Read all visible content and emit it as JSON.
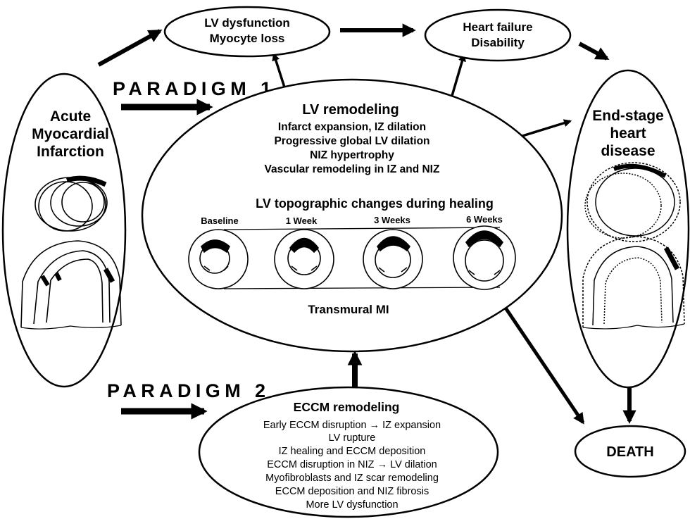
{
  "nodes": {
    "acute_mi": {
      "lines": [
        "Acute",
        "Myocardial",
        "Infarction"
      ]
    },
    "lv_dysfunction": {
      "lines": [
        "LV dysfunction",
        "Myocyte loss"
      ]
    },
    "heart_failure": {
      "lines": [
        "Heart failure",
        "Disability"
      ]
    },
    "end_stage": {
      "lines": [
        "End-stage",
        "heart",
        "disease"
      ]
    },
    "lv_remodeling": {
      "title": "LV remodeling",
      "items": [
        "Infarct expansion, IZ dilation",
        "Progressive global LV dilation",
        "NIZ hypertrophy",
        "Vascular remodeling in IZ and NIZ"
      ]
    },
    "topography": {
      "title": "LV topographic changes during healing",
      "stages": [
        "Baseline",
        "1 Week",
        "3 Weeks",
        "6 Weeks"
      ],
      "caption": "Transmural MI"
    },
    "ecm_remodeling": {
      "title": "ECCM remodeling",
      "items": [
        "Early ECCM disruption → IZ expansion",
        "LV rupture",
        "IZ healing and ECCM deposition",
        "ECCM disruption in NIZ → LV dilation",
        "Myofibroblasts and IZ scar remodeling",
        "ECCM deposition and NIZ fibrosis",
        "More LV dysfunction"
      ]
    },
    "death": {
      "label": "DEATH"
    }
  },
  "paradigms": {
    "p1": "PARADIGM 1",
    "p2": "PARADIGM 2"
  },
  "colors": {
    "stroke": "#000000",
    "background": "#ffffff",
    "scar": "#000000"
  }
}
